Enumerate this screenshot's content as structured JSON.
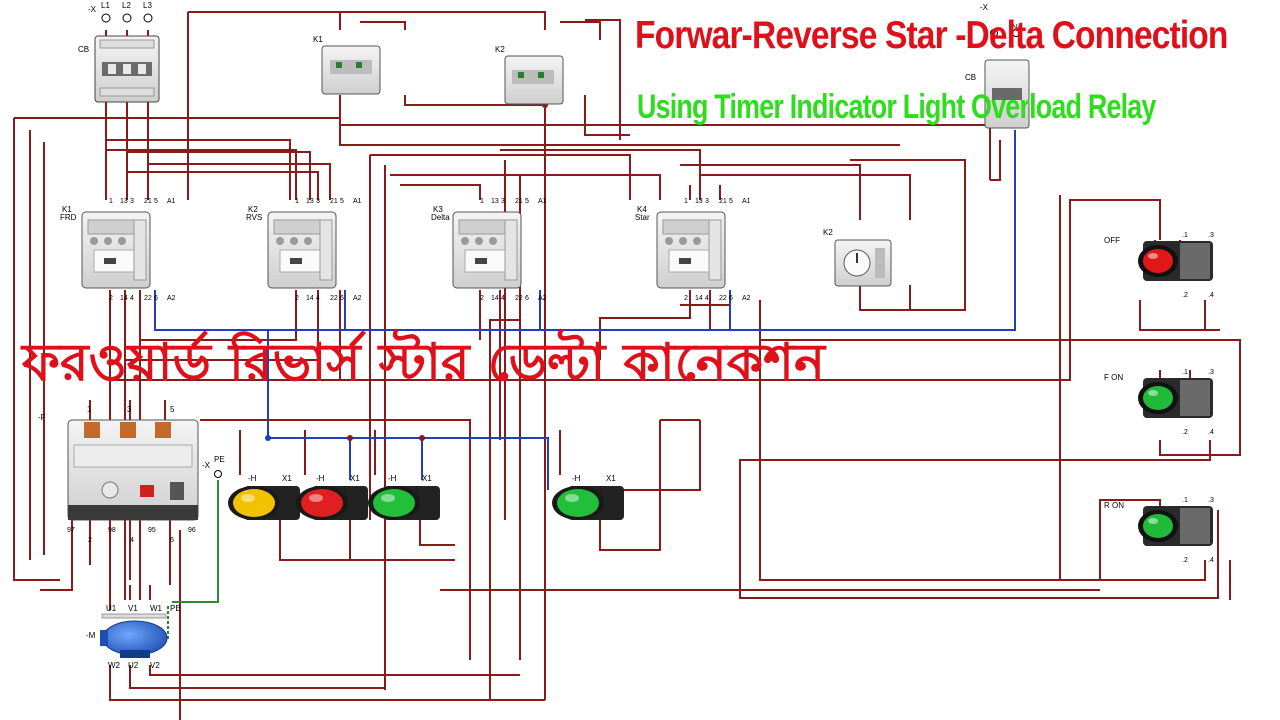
{
  "title_line1": "Forwar-Reverse Star -Delta Connection",
  "title_line2": "Using Timer Indicator Light Overload Relay",
  "bengali_title": "ফরওয়ার্ড রিভার্স স্টার ডেল্টা কানেকশন",
  "colors": {
    "wire": "#8b1a1a",
    "control_wire": "#1f3fbf",
    "pe_wire": "#2e8b2e",
    "title_red": "#e0101a",
    "title_green": "#2fdc1e"
  },
  "supply": {
    "x_label": "-X",
    "l1": "L1",
    "l2": "L2",
    "l3": "L3",
    "breaker": "CB"
  },
  "aux_contacts": {
    "k1": "K1",
    "k2": "K2"
  },
  "control_supply": {
    "x_label": "-X",
    "n_label": "N",
    "breaker": "CB"
  },
  "contactors": [
    {
      "id": "K1",
      "name": "FRD"
    },
    {
      "id": "K2",
      "name": "RVS"
    },
    {
      "id": "K3",
      "name": "Delta"
    },
    {
      "id": "K4",
      "name": "Star"
    }
  ],
  "terminals": {
    "top": [
      "1",
      "13",
      "3",
      "21",
      "5",
      "A1"
    ],
    "bottom": [
      "2",
      "14",
      "4",
      "22",
      "6",
      "A2"
    ]
  },
  "timer": {
    "label": "K2"
  },
  "overload": {
    "label": "-F",
    "top": [
      "1",
      "3",
      "5"
    ],
    "bottom": [
      "97",
      "2",
      "98",
      "4",
      "95",
      "6",
      "96"
    ]
  },
  "pe_terminal": {
    "x_label": "-X",
    "pe": "PE"
  },
  "lamps": [
    {
      "label": "-H",
      "terminal": "X1",
      "color": "#f2c200"
    },
    {
      "label": "-H",
      "terminal": "X1",
      "color": "#e02020"
    },
    {
      "label": "-H",
      "terminal": "X1",
      "color": "#22c03a"
    },
    {
      "label": "-H",
      "terminal": "X1",
      "color": "#22c03a"
    }
  ],
  "pushbuttons": [
    {
      "label": "OFF",
      "t1": ".1",
      "t3": ".3",
      "t2": ".2",
      "t4": ".4",
      "color": "#e01818"
    },
    {
      "label": "F ON",
      "t1": ".1",
      "t3": ".3",
      "t2": ".2",
      "t4": ".4",
      "color": "#22b83a"
    },
    {
      "label": "R ON",
      "t1": ".1",
      "t3": ".3",
      "t2": ".2",
      "t4": ".4",
      "color": "#22b83a"
    }
  ],
  "motor": {
    "label": "-M",
    "u1": "U1",
    "v1": "V1",
    "w1": "W1",
    "pe": "PE",
    "w2": "W2",
    "u2": "U2",
    "v2": "V2"
  }
}
